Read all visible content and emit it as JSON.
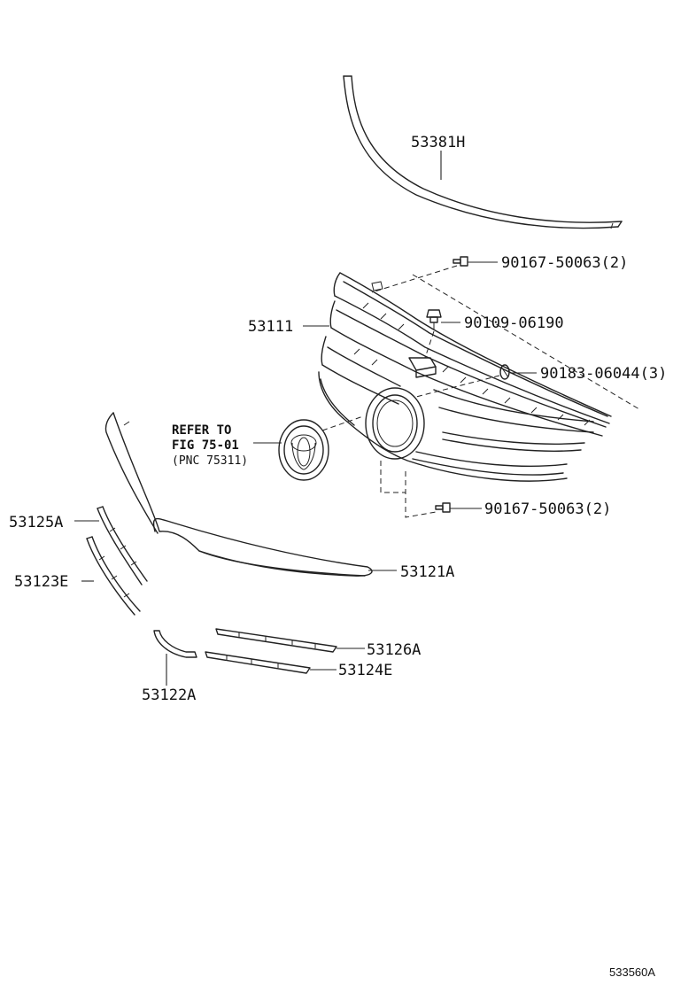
{
  "parts": {
    "molding_upper": "53381H",
    "grille_radiator": "53111",
    "grille_panel": "53121A",
    "molding_left_a": "53125A",
    "molding_left_e": "53123E",
    "molding_lower_a": "53126A",
    "molding_lower_e": "53124E",
    "molding_corner": "53122A"
  },
  "fasteners": {
    "screw_top": "90167-50063",
    "screw_top_qty": "(2)",
    "bolt_center": "90109-06190",
    "clip_right": "90183-06044",
    "clip_right_qty": "(3)",
    "screw_bottom": "90167-50063",
    "screw_bottom_qty": "(2)"
  },
  "reference": {
    "line1": "REFER TO",
    "line2": "FIG 75-01",
    "line3": "(PNC 75311)"
  },
  "figure_code": "533560A"
}
